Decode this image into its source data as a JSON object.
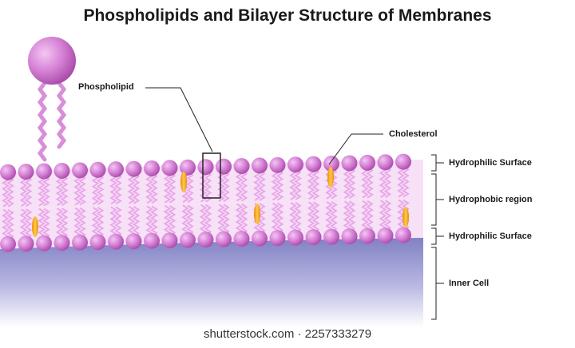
{
  "title": "Phospholipids and Bilayer Structure of Membranes",
  "labels": {
    "phospholipid": "Phospholipid",
    "cholesterol": "Cholesterol",
    "hydrophilic_top": "Hydrophilic Surface",
    "hydrophobic": "Hydrophobic region",
    "hydrophilic_bottom": "Hydrophilic Surface",
    "inner_cell": "Inner Cell"
  },
  "watermark": "shutterstock.com · 2257333279",
  "colors": {
    "head": "#d47fd4",
    "head_dark": "#a94aa9",
    "tail": "#e9a8e9",
    "cholesterol": "#f2a516",
    "inner_cell": "#8c8ccc",
    "line": "#222222"
  }
}
